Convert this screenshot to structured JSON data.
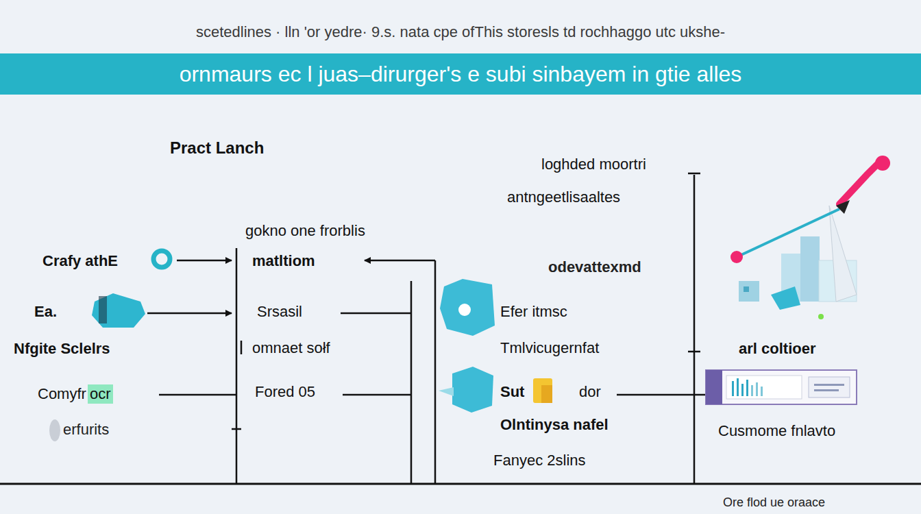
{
  "diagram": {
    "title": "ornmaurs ec l juas–dirurger's e subi sinbayem in gtie alles",
    "labels": [
      "scetedlines · lln 'or yedre· 9.s. nata cpe ofThis storesls td rochhaggo utc ukshe-",
      "Pract Lanch",
      "loghded moortri",
      "antngeetlisaaltes",
      "odevattexmd",
      "Crafy athE",
      "Ea.",
      "Nfgite Sclelrs",
      "Comyfr",
      "ocr",
      "erfurits",
      "gokno one frorblis",
      "matltiom",
      "Srsasil",
      "omnaet sołf",
      "Fored 05",
      "Efer itmsc",
      "Tmlvicugernfat",
      "Sut",
      "dor",
      "Olntinysa nafel",
      "Fanyec 2slins",
      "arl coltioer",
      "Cusmome fnlavto",
      "Ore flod ue oraace"
    ]
  }
}
